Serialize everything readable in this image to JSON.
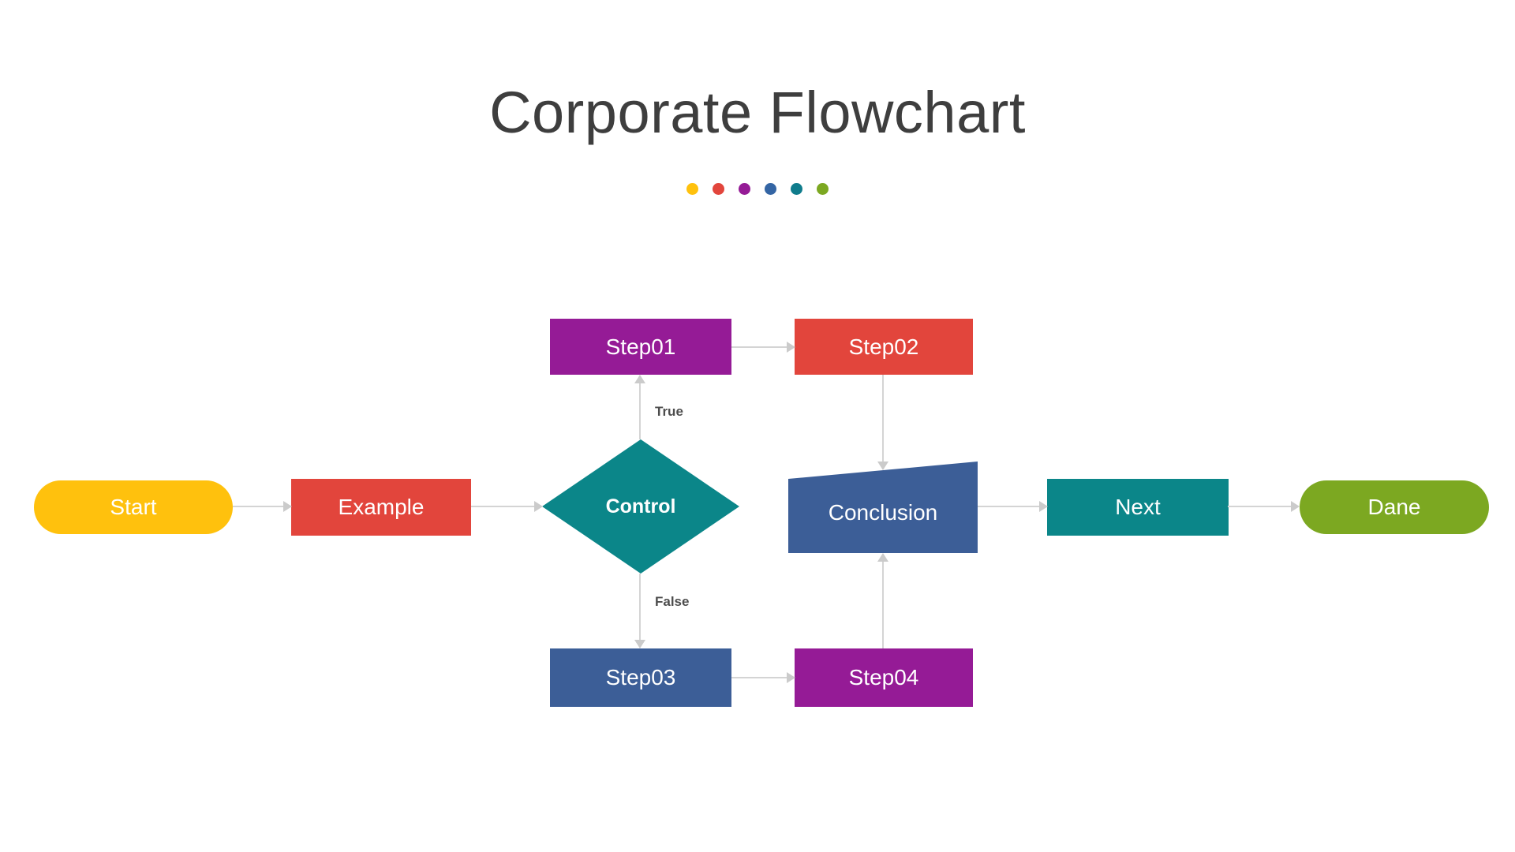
{
  "title": "Corporate Flowchart",
  "dots": [
    "#FFC10D",
    "#E2453C",
    "#951B96",
    "#3465A4",
    "#0F7C8C",
    "#7CA821"
  ],
  "nodes": {
    "start": {
      "label": "Start",
      "color": "#FFC10D"
    },
    "example": {
      "label": "Example",
      "color": "#E2453C"
    },
    "control": {
      "label": "Control",
      "color": "#0B8689"
    },
    "step01": {
      "label": "Step01",
      "color": "#951B96"
    },
    "step02": {
      "label": "Step02",
      "color": "#E2453C"
    },
    "conclusion": {
      "label": "Conclusion",
      "color": "#3C5E97"
    },
    "step03": {
      "label": "Step03",
      "color": "#3C5E97"
    },
    "step04": {
      "label": "Step04",
      "color": "#951B96"
    },
    "next": {
      "label": "Next",
      "color": "#0B8689"
    },
    "dane": {
      "label": "Dane",
      "color": "#7CA821"
    }
  },
  "edges": {
    "true_label": "True",
    "false_label": "False"
  },
  "arrow_color": "#CFCFCF"
}
